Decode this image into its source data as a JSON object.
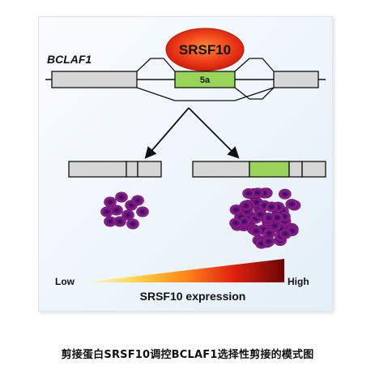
{
  "diagram": {
    "gene_label": "BCLAF1",
    "splicing_factor": "SRSF10",
    "exon_label": "5a",
    "scale_low": "Low",
    "scale_high": "High",
    "scale_title": "SRSF10 expression"
  },
  "caption": "剪接蛋白SRSF10调控BCLAF1选择性剪接的模式图",
  "colors": {
    "exon_default": "#d6d6d6",
    "exon_alt": "#99d45a",
    "factor_center": "#ff5a2a",
    "factor_edge": "#d81f10",
    "cell_fill": "#8a1a8c",
    "gradient_low": "#ffffff",
    "gradient_mid": "#ff7a1a",
    "gradient_high": "#7a0a0a"
  }
}
